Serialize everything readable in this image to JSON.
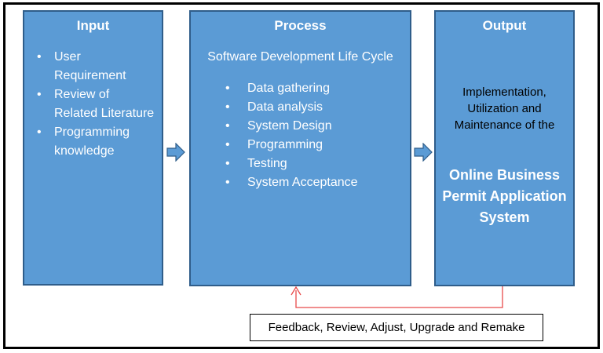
{
  "input": {
    "title": "Input",
    "items": [
      "User Requirement",
      "Review of Related Literature",
      "Programming knowledge"
    ]
  },
  "process": {
    "title": "Process",
    "subtitle": "Software Development Life Cycle",
    "items": [
      "Data gathering",
      "Data analysis",
      "System Design",
      "Programming",
      "Testing",
      "System Acceptance"
    ]
  },
  "output": {
    "title": "Output",
    "implementation": "Implementation, Utilization and Maintenance of the",
    "system_name": "Online Business Permit Application System"
  },
  "feedback": {
    "label": "Feedback, Review, Adjust, Upgrade and Remake"
  },
  "colors": {
    "box_fill": "#5b9bd5",
    "box_border": "#2f5d8a",
    "feedback_line": "#e84a4a"
  }
}
